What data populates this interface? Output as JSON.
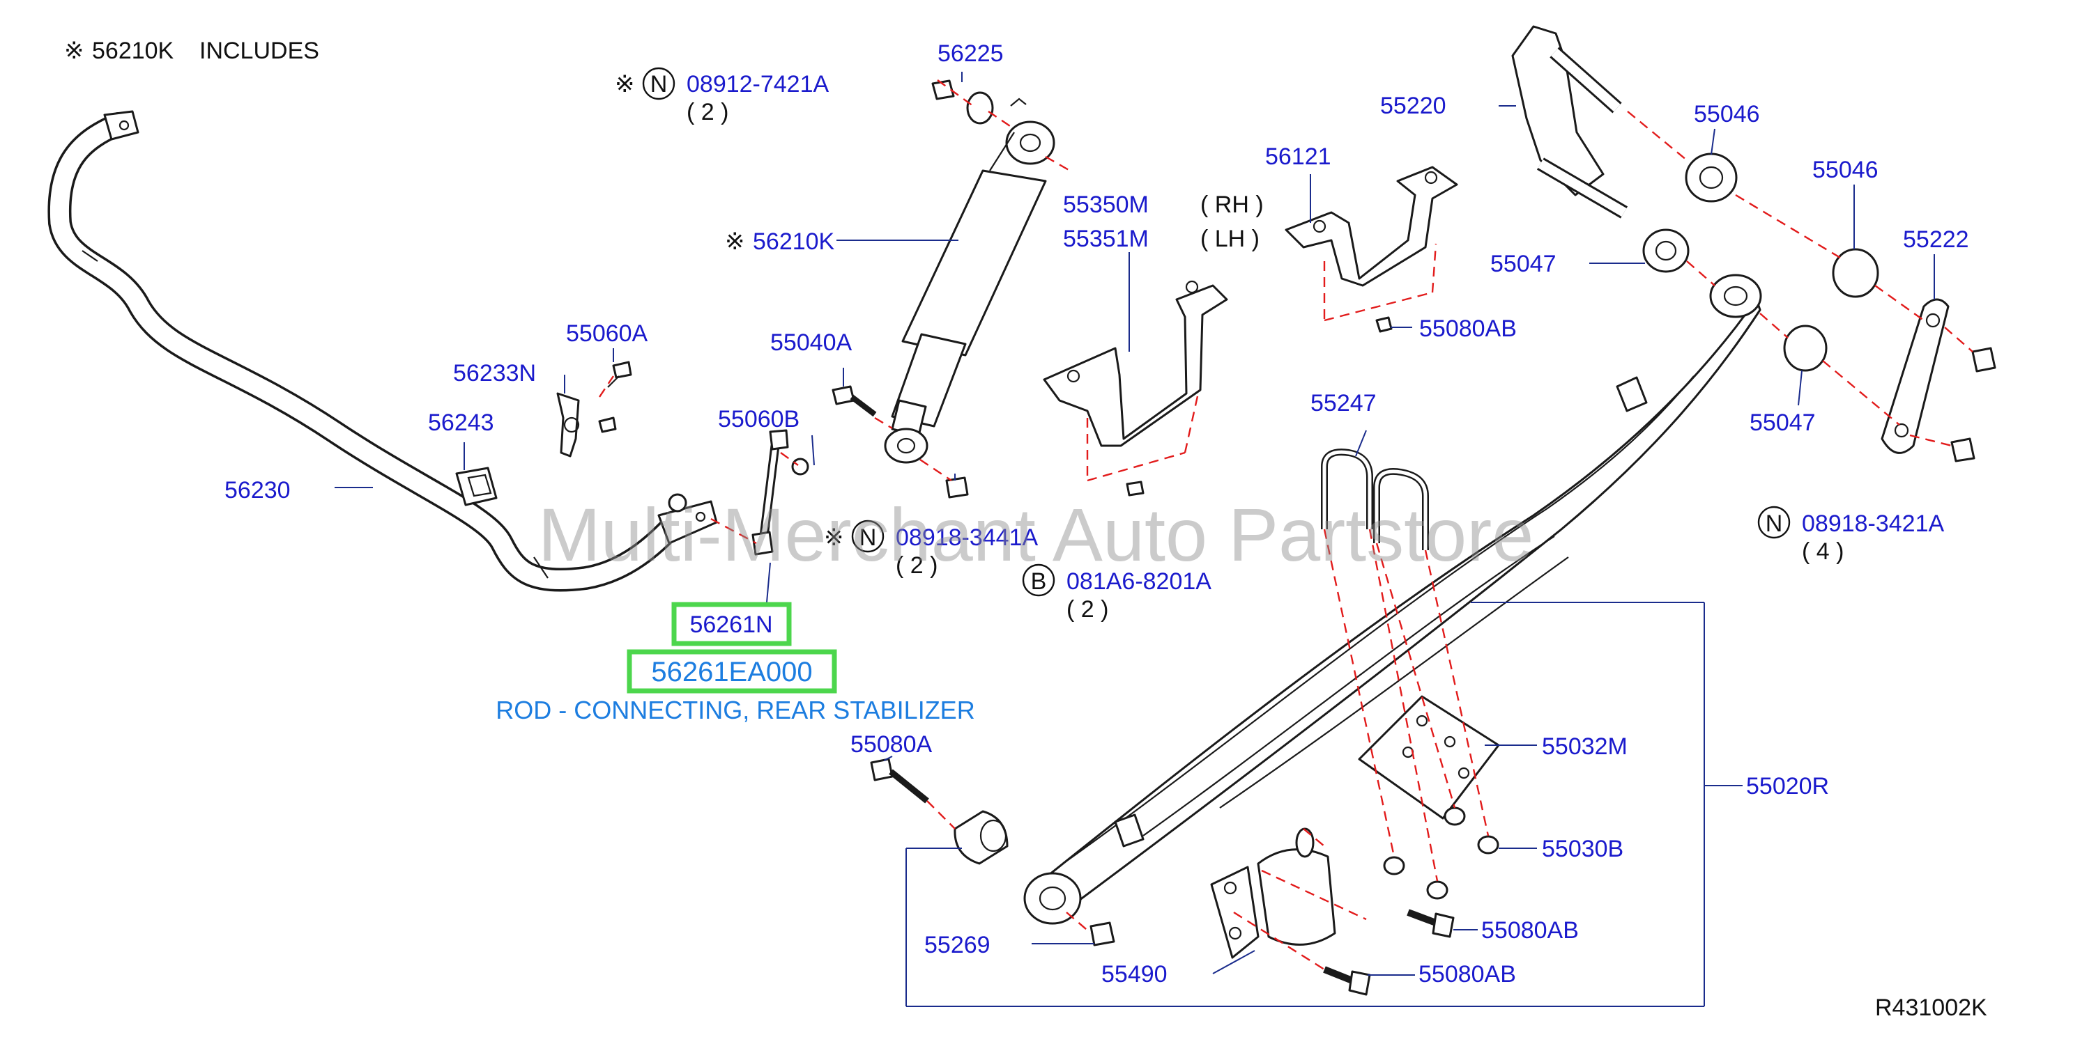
{
  "diagram": {
    "includes_note": {
      "symbol": "※",
      "part": "56210K",
      "text": "INCLUDES"
    },
    "ref_code": "R431002K",
    "watermark": "Multi-Merchant Auto Partstore",
    "selected": {
      "part_label": "56261N",
      "part_number": "56261EA000",
      "description": "ROD - CONNECTING, REAR STABILIZER",
      "highlight_color": "#4cd64c",
      "text_color": "#1c7de0"
    },
    "labels": {
      "p56225": "56225",
      "p08912_mark": "※",
      "p08912_circle": "N",
      "p08912": "08912-7421A",
      "p08912_qty": "( 2 )",
      "p56210k_mark": "※",
      "p56210k": "56210K",
      "p55350m": "55350M",
      "p55350m_side": "( RH )",
      "p55351m": "55351M",
      "p55351m_side": "( LH )",
      "p56121": "56121",
      "p55220": "55220",
      "p55046a": "55046",
      "p55046b": "55046",
      "p55047a": "55047",
      "p55222": "55222",
      "p55080ab_top": "55080AB",
      "p55060a": "55060A",
      "p56233n": "56233N",
      "p56243": "56243",
      "p56230": "56230",
      "p55040a": "55040A",
      "p55060b": "55060B",
      "p08918_3441_mark": "※",
      "p08918_3441_circle": "N",
      "p08918_3441": "08918-3441A",
      "p08918_3441_qty": "( 2 )",
      "p081a6_circle": "B",
      "p081a6": "081A6-8201A",
      "p081a6_qty": "( 2 )",
      "p55247": "55247",
      "p55047b": "55047",
      "p08918_3421_circle": "N",
      "p08918_3421": "08918-3421A",
      "p08918_3421_qty": "( 4 )",
      "p55080a": "55080A",
      "p55032m": "55032M",
      "p55020r": "55020R",
      "p55030b": "55030B",
      "p55269": "55269",
      "p55080ab_mid": "55080AB",
      "p55490": "55490",
      "p55080ab_bot": "55080AB"
    }
  }
}
